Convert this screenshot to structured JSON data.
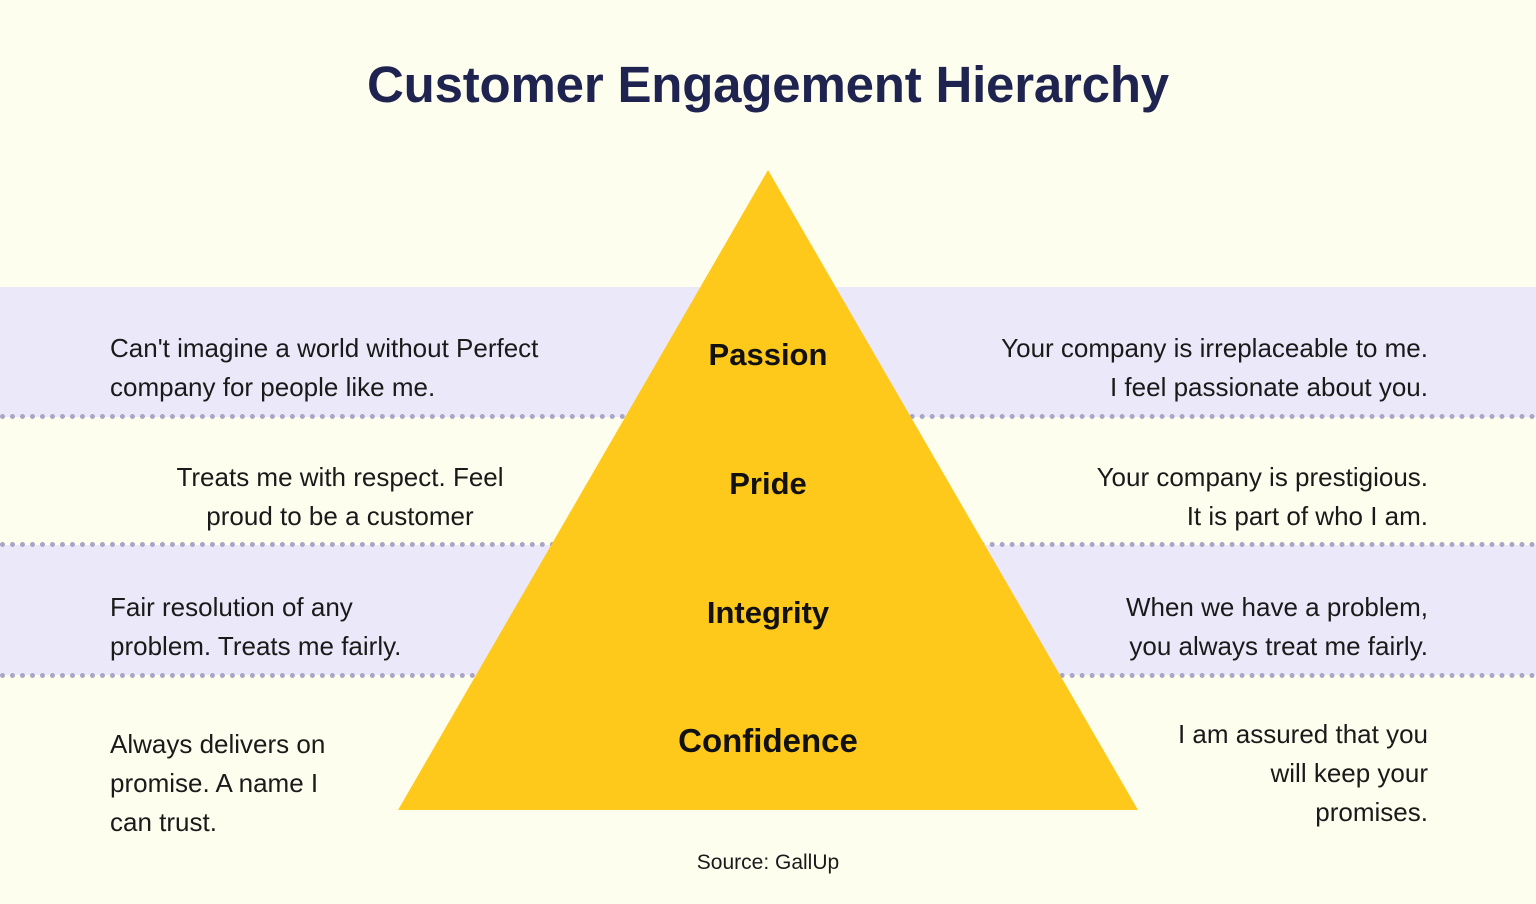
{
  "title": "Customer Engagement Hierarchy",
  "source": "Source: GallUp",
  "colors": {
    "background": "#fefeef",
    "band_alt": "#ebe9f9",
    "pyramid": "#ffc91b",
    "title": "#1f2350",
    "divider": "#a8a5c6",
    "body_text": "#1a1a1a"
  },
  "chart_data": {
    "type": "pyramid",
    "title": "Customer Engagement Hierarchy",
    "source": "Source: GallUp",
    "orientation": "apex-top",
    "levels": [
      {
        "rank": 1,
        "label": "Passion",
        "left_text": "Can't imagine a world without Perfect company for people like me.",
        "right_text": "Your company is irreplaceable to me. I feel passionate about you."
      },
      {
        "rank": 2,
        "label": "Pride",
        "left_text": "Treats me with respect. Feel proud to be a customer",
        "right_text": "Your company is prestigious. It is part of who I am."
      },
      {
        "rank": 3,
        "label": "Integrity",
        "left_text": "Fair resolution of any problem. Treats me fairly.",
        "right_text": "When we have a problem, you always treat me fairly."
      },
      {
        "rank": 4,
        "label": "Confidence",
        "left_text": "Always delivers on promise. A name I can trust.",
        "right_text": "I am assured  that you will keep your promises."
      }
    ]
  },
  "tiers": {
    "passion": {
      "label": "Passion",
      "left": "Can't imagine a world without Perfect\ncompany for people like me.",
      "right": "Your company is irreplaceable to me.\nI feel passionate about you."
    },
    "pride": {
      "label": "Pride",
      "left": "Treats me with respect. Feel\nproud to be a customer",
      "right": "Your company is prestigious.\nIt is part of who I am."
    },
    "integrity": {
      "label": "Integrity",
      "left": "Fair resolution of any\nproblem. Treats me fairly.",
      "right": "When we have a problem,\nyou always treat me fairly."
    },
    "confidence": {
      "label": "Confidence",
      "left": "Always delivers on\npromise. A name I\ncan trust.",
      "right": "I am assured  that you\nwill keep your\npromises."
    }
  }
}
